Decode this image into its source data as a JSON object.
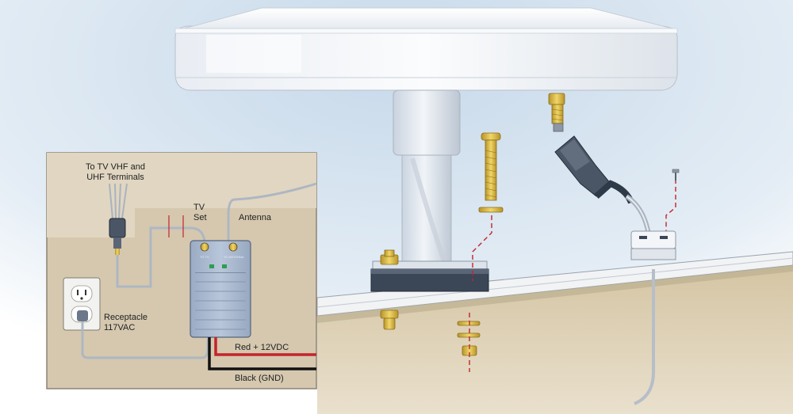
{
  "labels": {
    "tv_terminals_line1": "To TV VHF and",
    "tv_terminals_line2": "UHF Terminals",
    "tv_set_line1": "TV",
    "tv_set_line2": "Set",
    "antenna": "Antenna",
    "receptacle_line1": "Receptacle",
    "receptacle_line2": "117VAC",
    "red_wire": "Red + 12VDC",
    "black_wire": "Black (GND)"
  },
  "power_supply": {
    "port_left": "TO TV",
    "port_right": "TO ANTENNA"
  },
  "colors": {
    "sky": "#dce8f2",
    "deck": "#d8c9a9",
    "inset_panel": "#d7cab2",
    "supply_box": "#a9b8cf",
    "dome": "#f4f6f9",
    "brass": "#d9b640",
    "red_wire": "#c4242b",
    "black_wire": "#111111",
    "leader_red": "#c4242b"
  }
}
